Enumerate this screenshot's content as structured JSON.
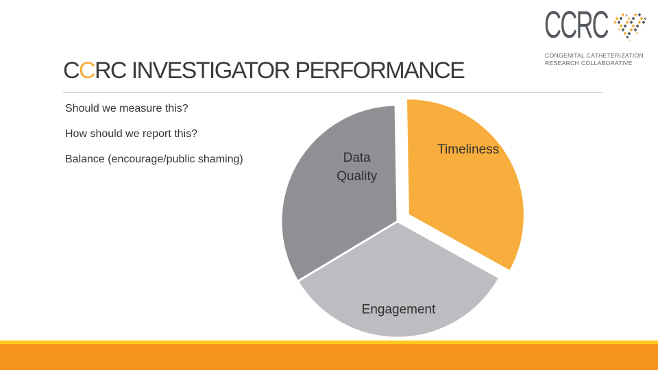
{
  "logo": {
    "letters": [
      "C",
      "C",
      "R",
      "C"
    ],
    "tagline_line1": "CONGENITAL CATHETERIZATION",
    "tagline_line2": "RESEARCH COLLABORATIVE",
    "colors": {
      "gray": "#555a60",
      "accent": "#f6ad3a"
    }
  },
  "slide": {
    "title_c": "C",
    "title_r": "C",
    "title_rest": "RC INVESTIGATOR PERFORMANCE"
  },
  "bullets": [
    "Should we measure this?",
    "How should we report this?",
    "Balance (encourage/public shaming)"
  ],
  "chart_data": {
    "type": "pie",
    "categories": [
      "Timeliness",
      "Engagement",
      "Data Quality"
    ],
    "values": [
      33.3,
      33.3,
      33.3
    ],
    "label_lines": [
      [
        "Timeliness"
      ],
      [
        "Engagement"
      ],
      [
        "Data",
        "Quality"
      ]
    ],
    "colors": [
      "#f8ae3c",
      "#bcbdc0",
      "#8e9094"
    ],
    "exploded": "Timeliness",
    "legend": "none",
    "title": ""
  },
  "theme": {
    "bottom_bar_color": "#f7941d",
    "bottom_thin_bar_color": "#fcc81c"
  }
}
